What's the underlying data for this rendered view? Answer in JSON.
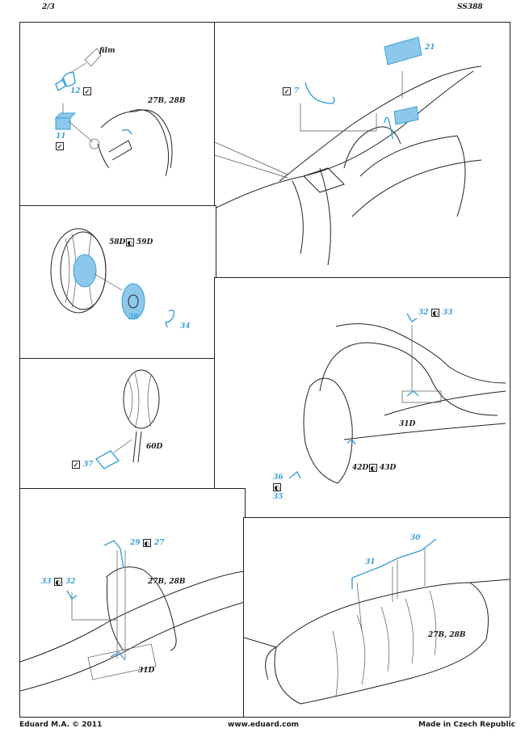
{
  "header": {
    "page": "2/3",
    "code": "SS388"
  },
  "panels": {
    "p1": {
      "film": "film",
      "p12": "12",
      "p11": "11",
      "ref": "27B, 28B"
    },
    "p2": {
      "p7": "7",
      "p21": "21"
    },
    "p3": {
      "ref_a": "58D",
      "ref_b": "59D",
      "p28": "28",
      "p34": "34"
    },
    "p4": {
      "ref": "60D",
      "p37": "37"
    },
    "p5": {
      "a": "32",
      "b": "33",
      "ref": "31D",
      "ref2a": "42D",
      "ref2b": "43D",
      "c": "36",
      "d": "35"
    },
    "p6": {
      "a": "29",
      "b": "27",
      "c": "33",
      "d": "32",
      "ref": "27B, 28B",
      "ref2": "31D"
    },
    "p7": {
      "a": "30",
      "b": "31",
      "ref": "27B, 28B"
    }
  },
  "footer": {
    "left": "Eduard M.A. © 2011",
    "center": "www.eduard.com",
    "right": "Made in Czech Republic"
  },
  "colors": {
    "photo_etch": "#3aa0d8",
    "line": "#1a1a1a"
  }
}
